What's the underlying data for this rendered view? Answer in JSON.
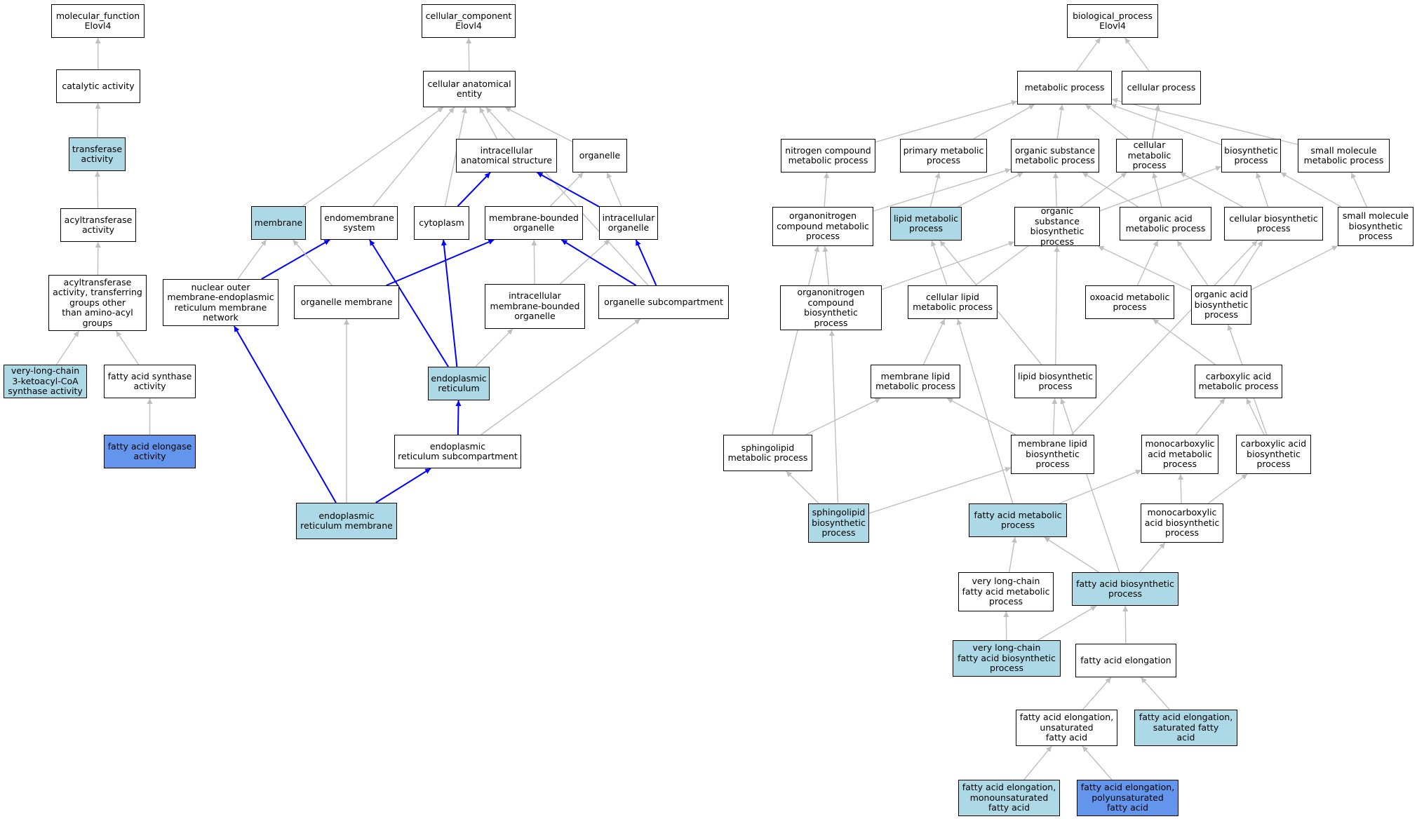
{
  "colors": {
    "light": "#add8e6",
    "dark": "#6495ed",
    "plain": "#ffffff",
    "gray_edge": "#c0c0c0",
    "blue_edge": "#0000ff"
  },
  "nodes": [
    {
      "id": "mf",
      "label": "molecular_function\nElovl4",
      "style": "plain"
    },
    {
      "id": "cat",
      "label": "catalytic activity",
      "style": "plain"
    },
    {
      "id": "trans",
      "label": "transferase\nactivity",
      "style": "light"
    },
    {
      "id": "acyl",
      "label": "acyltransferase\nactivity",
      "style": "plain"
    },
    {
      "id": "acylo",
      "label": "acyltransferase\nactivity, transferring\ngroups other\nthan amino-acyl\ngroups",
      "style": "plain"
    },
    {
      "id": "vlc3k",
      "label": "very-long-chain\n3-ketoacyl-CoA\nsynthase activity",
      "style": "light"
    },
    {
      "id": "fas",
      "label": "fatty acid synthase\nactivity",
      "style": "plain"
    },
    {
      "id": "fae",
      "label": "fatty acid elongase\nactivity",
      "style": "dark"
    },
    {
      "id": "cc",
      "label": "cellular_component\nElovl4",
      "style": "plain"
    },
    {
      "id": "cae",
      "label": "cellular anatomical\nentity",
      "style": "plain"
    },
    {
      "id": "ias",
      "label": "intracellular\nanatomical structure",
      "style": "plain"
    },
    {
      "id": "org",
      "label": "organelle",
      "style": "plain"
    },
    {
      "id": "mem",
      "label": "membrane",
      "style": "light"
    },
    {
      "id": "endo",
      "label": "endomembrane\nsystem",
      "style": "plain"
    },
    {
      "id": "cyto",
      "label": "cytoplasm",
      "style": "plain"
    },
    {
      "id": "mbo",
      "label": "membrane-bounded\norganelle",
      "style": "plain"
    },
    {
      "id": "io",
      "label": "intracellular\norganelle",
      "style": "plain"
    },
    {
      "id": "nomer",
      "label": "nuclear outer\nmembrane-endoplasmic\nreticulum membrane\nnetwork",
      "style": "plain"
    },
    {
      "id": "orgmem",
      "label": "organelle membrane",
      "style": "plain"
    },
    {
      "id": "imbo",
      "label": "intracellular\nmembrane-bounded\norganelle",
      "style": "plain"
    },
    {
      "id": "osc",
      "label": "organelle subcompartment",
      "style": "plain"
    },
    {
      "id": "er",
      "label": "endoplasmic\nreticulum",
      "style": "light"
    },
    {
      "id": "ersc",
      "label": "endoplasmic\nreticulum subcompartment",
      "style": "plain"
    },
    {
      "id": "erm",
      "label": "endoplasmic\nreticulum membrane",
      "style": "light"
    },
    {
      "id": "bp",
      "label": "biological_process\nElovl4",
      "style": "plain"
    },
    {
      "id": "metp",
      "label": "metabolic process",
      "style": "plain"
    },
    {
      "id": "cellp",
      "label": "cellular process",
      "style": "plain"
    },
    {
      "id": "ncmp",
      "label": "nitrogen compound\nmetabolic process",
      "style": "plain"
    },
    {
      "id": "pmp",
      "label": "primary metabolic\nprocess",
      "style": "plain"
    },
    {
      "id": "osmp",
      "label": "organic substance\nmetabolic process",
      "style": "plain"
    },
    {
      "id": "cmp",
      "label": "cellular metabolic\nprocess",
      "style": "plain"
    },
    {
      "id": "bsp",
      "label": "biosynthetic\nprocess",
      "style": "plain"
    },
    {
      "id": "smmp",
      "label": "small molecule\nmetabolic process",
      "style": "plain"
    },
    {
      "id": "occmp",
      "label": "organonitrogen\ncompound metabolic\nprocess",
      "style": "plain"
    },
    {
      "id": "lmp",
      "label": "lipid metabolic\nprocess",
      "style": "light"
    },
    {
      "id": "osbp",
      "label": "organic substance\nbiosynthetic\nprocess",
      "style": "plain"
    },
    {
      "id": "oamp",
      "label": "organic acid\nmetabolic process",
      "style": "plain"
    },
    {
      "id": "cbp",
      "label": "cellular biosynthetic\nprocess",
      "style": "plain"
    },
    {
      "id": "smbp",
      "label": "small molecule\nbiosynthetic\nprocess",
      "style": "plain"
    },
    {
      "id": "ocbp",
      "label": "organonitrogen\ncompound biosynthetic\nprocess",
      "style": "plain"
    },
    {
      "id": "clmp",
      "label": "cellular lipid\nmetabolic process",
      "style": "plain"
    },
    {
      "id": "oxmp",
      "label": "oxoacid metabolic\nprocess",
      "style": "plain"
    },
    {
      "id": "oabp",
      "label": "organic acid\nbiosynthetic\nprocess",
      "style": "plain"
    },
    {
      "id": "mlmp",
      "label": "membrane lipid\nmetabolic process",
      "style": "plain"
    },
    {
      "id": "lbp",
      "label": "lipid biosynthetic\nprocess",
      "style": "plain"
    },
    {
      "id": "camp",
      "label": "carboxylic acid\nmetabolic process",
      "style": "plain"
    },
    {
      "id": "slmp",
      "label": "sphingolipid\nmetabolic process",
      "style": "plain"
    },
    {
      "id": "mlbp",
      "label": "membrane lipid\nbiosynthetic\nprocess",
      "style": "plain"
    },
    {
      "id": "mcamp",
      "label": "monocarboxylic\nacid metabolic\nprocess",
      "style": "plain"
    },
    {
      "id": "cabp",
      "label": "carboxylic acid\nbiosynthetic\nprocess",
      "style": "plain"
    },
    {
      "id": "slbp",
      "label": "sphingolipid\nbiosynthetic\nprocess",
      "style": "light"
    },
    {
      "id": "famp",
      "label": "fatty acid metabolic\nprocess",
      "style": "light"
    },
    {
      "id": "mcabp",
      "label": "monocarboxylic\nacid biosynthetic\nprocess",
      "style": "plain"
    },
    {
      "id": "vlcfamp",
      "label": "very long-chain\nfatty acid metabolic\nprocess",
      "style": "plain"
    },
    {
      "id": "fabp",
      "label": "fatty acid biosynthetic\nprocess",
      "style": "light"
    },
    {
      "id": "vlcfabp",
      "label": "very long-chain\nfatty acid biosynthetic\nprocess",
      "style": "light"
    },
    {
      "id": "fael",
      "label": "fatty acid elongation",
      "style": "plain"
    },
    {
      "id": "faeu",
      "label": "fatty acid elongation,\nunsaturated\nfatty acid",
      "style": "plain"
    },
    {
      "id": "faes",
      "label": "fatty acid elongation,\nsaturated fatty\nacid",
      "style": "light"
    },
    {
      "id": "faem",
      "label": "fatty acid elongation,\nmonounsaturated\nfatty acid",
      "style": "light"
    },
    {
      "id": "faep",
      "label": "fatty acid elongation,\npolyunsaturated\nfatty acid",
      "style": "dark"
    }
  ],
  "edges": [
    [
      "cat",
      "mf",
      "g"
    ],
    [
      "trans",
      "cat",
      "g"
    ],
    [
      "acyl",
      "trans",
      "g"
    ],
    [
      "acylo",
      "acyl",
      "g"
    ],
    [
      "vlc3k",
      "acylo",
      "g"
    ],
    [
      "fas",
      "acylo",
      "g"
    ],
    [
      "fae",
      "fas",
      "g"
    ],
    [
      "cae",
      "cc",
      "g"
    ],
    [
      "ias",
      "cae",
      "g"
    ],
    [
      "org",
      "cae",
      "g"
    ],
    [
      "mem",
      "cae",
      "g"
    ],
    [
      "endo",
      "cae",
      "g"
    ],
    [
      "cyto",
      "cae",
      "g"
    ],
    [
      "osc",
      "cae",
      "g"
    ],
    [
      "cyto",
      "ias",
      "b"
    ],
    [
      "mbo",
      "org",
      "g"
    ],
    [
      "io",
      "org",
      "g"
    ],
    [
      "io",
      "ias",
      "b"
    ],
    [
      "nomer",
      "mem",
      "g"
    ],
    [
      "nomer",
      "endo",
      "b"
    ],
    [
      "orgmem",
      "mem",
      "g"
    ],
    [
      "orgmem",
      "mbo",
      "b"
    ],
    [
      "imbo",
      "mbo",
      "g"
    ],
    [
      "imbo",
      "io",
      "g"
    ],
    [
      "osc",
      "mbo",
      "b"
    ],
    [
      "osc",
      "io",
      "b"
    ],
    [
      "er",
      "endo",
      "b"
    ],
    [
      "er",
      "cyto",
      "b"
    ],
    [
      "er",
      "imbo",
      "g"
    ],
    [
      "ersc",
      "er",
      "b"
    ],
    [
      "ersc",
      "osc",
      "g"
    ],
    [
      "erm",
      "nomer",
      "b"
    ],
    [
      "erm",
      "orgmem",
      "g"
    ],
    [
      "erm",
      "ersc",
      "b"
    ],
    [
      "metp",
      "bp",
      "g"
    ],
    [
      "cellp",
      "bp",
      "g"
    ],
    [
      "ncmp",
      "metp",
      "g"
    ],
    [
      "pmp",
      "metp",
      "g"
    ],
    [
      "osmp",
      "metp",
      "g"
    ],
    [
      "cmp",
      "metp",
      "g"
    ],
    [
      "cmp",
      "cellp",
      "g"
    ],
    [
      "bsp",
      "metp",
      "g"
    ],
    [
      "smmp",
      "metp",
      "g"
    ],
    [
      "occmp",
      "ncmp",
      "g"
    ],
    [
      "occmp",
      "osmp",
      "g"
    ],
    [
      "lmp",
      "pmp",
      "g"
    ],
    [
      "lmp",
      "osmp",
      "g"
    ],
    [
      "osbp",
      "osmp",
      "g"
    ],
    [
      "osbp",
      "bsp",
      "g"
    ],
    [
      "oamp",
      "osmp",
      "g"
    ],
    [
      "oamp",
      "cmp",
      "g"
    ],
    [
      "cbp",
      "cmp",
      "g"
    ],
    [
      "cbp",
      "bsp",
      "g"
    ],
    [
      "smbp",
      "smmp",
      "g"
    ],
    [
      "smbp",
      "bsp",
      "g"
    ],
    [
      "ocbp",
      "occmp",
      "g"
    ],
    [
      "ocbp",
      "osbp",
      "g"
    ],
    [
      "clmp",
      "lmp",
      "g"
    ],
    [
      "clmp",
      "cmp",
      "g"
    ],
    [
      "oxmp",
      "oamp",
      "g"
    ],
    [
      "oabp",
      "oamp",
      "g"
    ],
    [
      "oabp",
      "osbp",
      "g"
    ],
    [
      "oabp",
      "cbp",
      "g"
    ],
    [
      "oabp",
      "smbp",
      "g"
    ],
    [
      "mlmp",
      "clmp",
      "g"
    ],
    [
      "lbp",
      "lmp",
      "g"
    ],
    [
      "lbp",
      "osbp",
      "g"
    ],
    [
      "camp",
      "oxmp",
      "g"
    ],
    [
      "slmp",
      "occmp",
      "g"
    ],
    [
      "slmp",
      "mlmp",
      "g"
    ],
    [
      "mlbp",
      "mlmp",
      "g"
    ],
    [
      "mlbp",
      "lbp",
      "g"
    ],
    [
      "mlbp",
      "cbp",
      "g"
    ],
    [
      "mcamp",
      "camp",
      "g"
    ],
    [
      "cabp",
      "camp",
      "g"
    ],
    [
      "cabp",
      "oabp",
      "g"
    ],
    [
      "slbp",
      "slmp",
      "g"
    ],
    [
      "slbp",
      "ocbp",
      "g"
    ],
    [
      "slbp",
      "mlbp",
      "g"
    ],
    [
      "famp",
      "mcamp",
      "g"
    ],
    [
      "famp",
      "clmp",
      "g"
    ],
    [
      "mcabp",
      "mcamp",
      "g"
    ],
    [
      "mcabp",
      "cabp",
      "g"
    ],
    [
      "vlcfamp",
      "famp",
      "g"
    ],
    [
      "fabp",
      "famp",
      "g"
    ],
    [
      "fabp",
      "mcabp",
      "g"
    ],
    [
      "fabp",
      "lbp",
      "g"
    ],
    [
      "vlcfabp",
      "vlcfamp",
      "g"
    ],
    [
      "vlcfabp",
      "fabp",
      "g"
    ],
    [
      "fael",
      "fabp",
      "g"
    ],
    [
      "faeu",
      "fael",
      "g"
    ],
    [
      "faes",
      "fael",
      "g"
    ],
    [
      "faem",
      "faeu",
      "g"
    ],
    [
      "faep",
      "faeu",
      "g"
    ]
  ]
}
